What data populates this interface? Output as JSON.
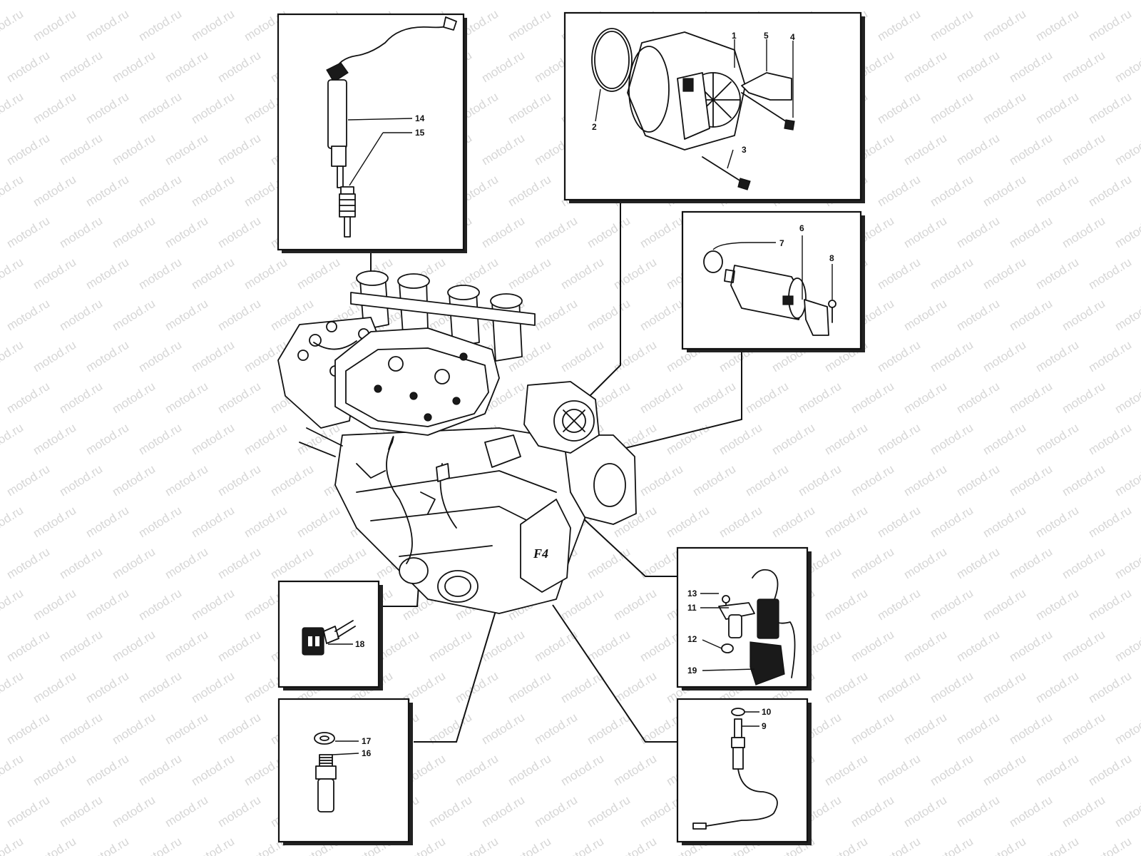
{
  "watermark": "motod.ru",
  "logo_text": "F4",
  "part_numbers": {
    "p1": "1",
    "p2": "2",
    "p3": "3",
    "p4": "4",
    "p5": "5",
    "p6": "6",
    "p7": "7",
    "p8": "8",
    "p9": "9",
    "p10": "10",
    "p11": "11",
    "p12": "12",
    "p13": "13",
    "p14": "14",
    "p15": "15",
    "p16": "16",
    "p17": "17",
    "p18": "18",
    "p19": "19"
  }
}
